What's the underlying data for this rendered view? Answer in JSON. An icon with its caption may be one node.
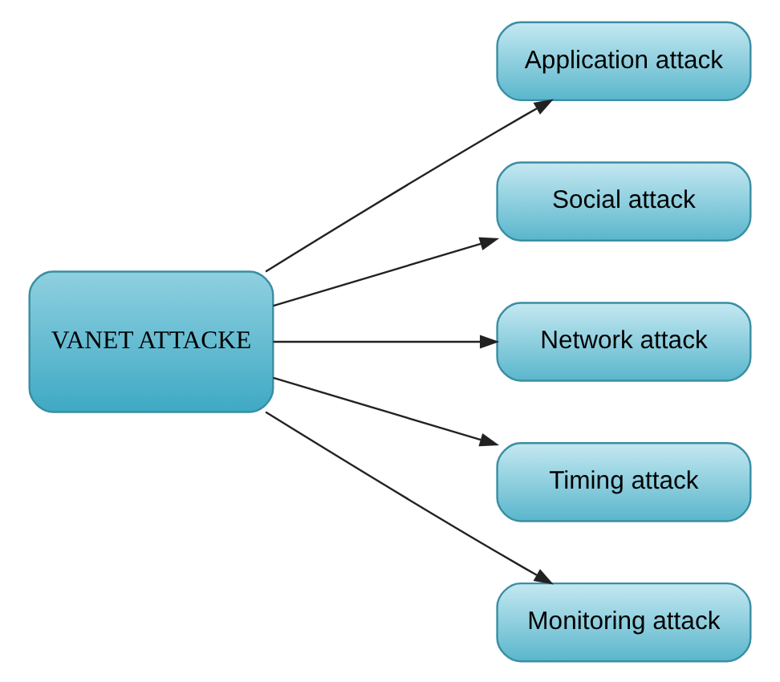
{
  "diagram": {
    "nodes": [
      {
        "text": [
          "VANET ATTACKE"
        ]
      },
      {
        "text": [
          "Application attack"
        ]
      },
      {
        "text": [
          "Social attack"
        ]
      },
      {
        "text": [
          "Network attack"
        ]
      },
      {
        "text": [
          "Timing attack"
        ]
      },
      {
        "text": [
          "Monitoring attack"
        ]
      }
    ],
    "edges": [
      {
        "from": 0,
        "to": 1,
        "arrow": "to"
      },
      {
        "from": 0,
        "to": 2,
        "arrow": "to"
      },
      {
        "from": 0,
        "to": 3,
        "arrow": "to"
      },
      {
        "from": 0,
        "to": 4,
        "arrow": "to"
      },
      {
        "from": 0,
        "to": 5,
        "arrow": "to"
      }
    ]
  }
}
